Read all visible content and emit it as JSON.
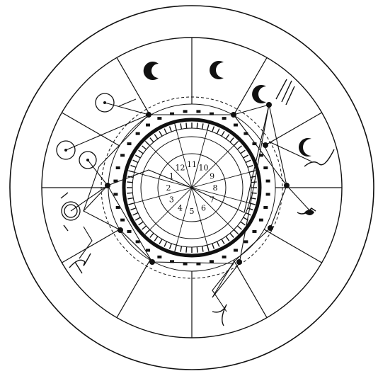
{
  "diagram": {
    "ink_color": "#111111",
    "paper_color": "#ffffff",
    "inner_numbers": [
      "12",
      "11",
      "10",
      "9",
      "8",
      "7",
      "6",
      "5",
      "4",
      "3",
      "2",
      "1"
    ]
  }
}
